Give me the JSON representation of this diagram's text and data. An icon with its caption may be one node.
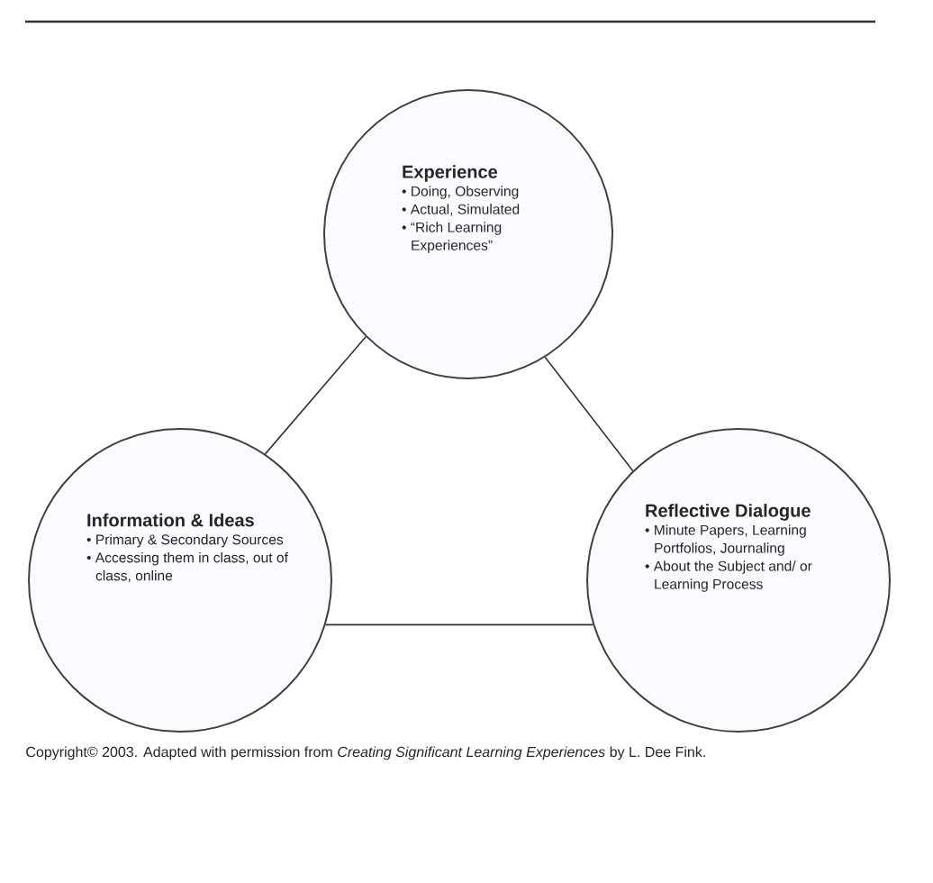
{
  "diagram": {
    "caption": "Copyright© 2003. Adapted with permission from *Creating Significant Learning Experiences* by L. Dee Fink.",
    "nodes": [
      {
        "text": [
          "Experience",
          "• Doing, Observing",
          "• Actual, Simulated",
          "• “Rich Learning Experiences”"
        ]
      },
      {
        "text": [
          "Information & Ideas",
          "• Primary & Secondary Sources",
          "• Accessing them in class, out of class, online"
        ]
      },
      {
        "text": [
          "Reflective Dialogue",
          "• Minute Papers, Learning Portfolios, Journaling",
          "• About the Subject and/ or Learning Process"
        ]
      }
    ],
    "edges": [
      {
        "from": 0,
        "to": 1,
        "arrow": "none"
      },
      {
        "from": 0,
        "to": 2,
        "arrow": "none"
      },
      {
        "from": 1,
        "to": 2,
        "arrow": "none"
      }
    ]
  }
}
